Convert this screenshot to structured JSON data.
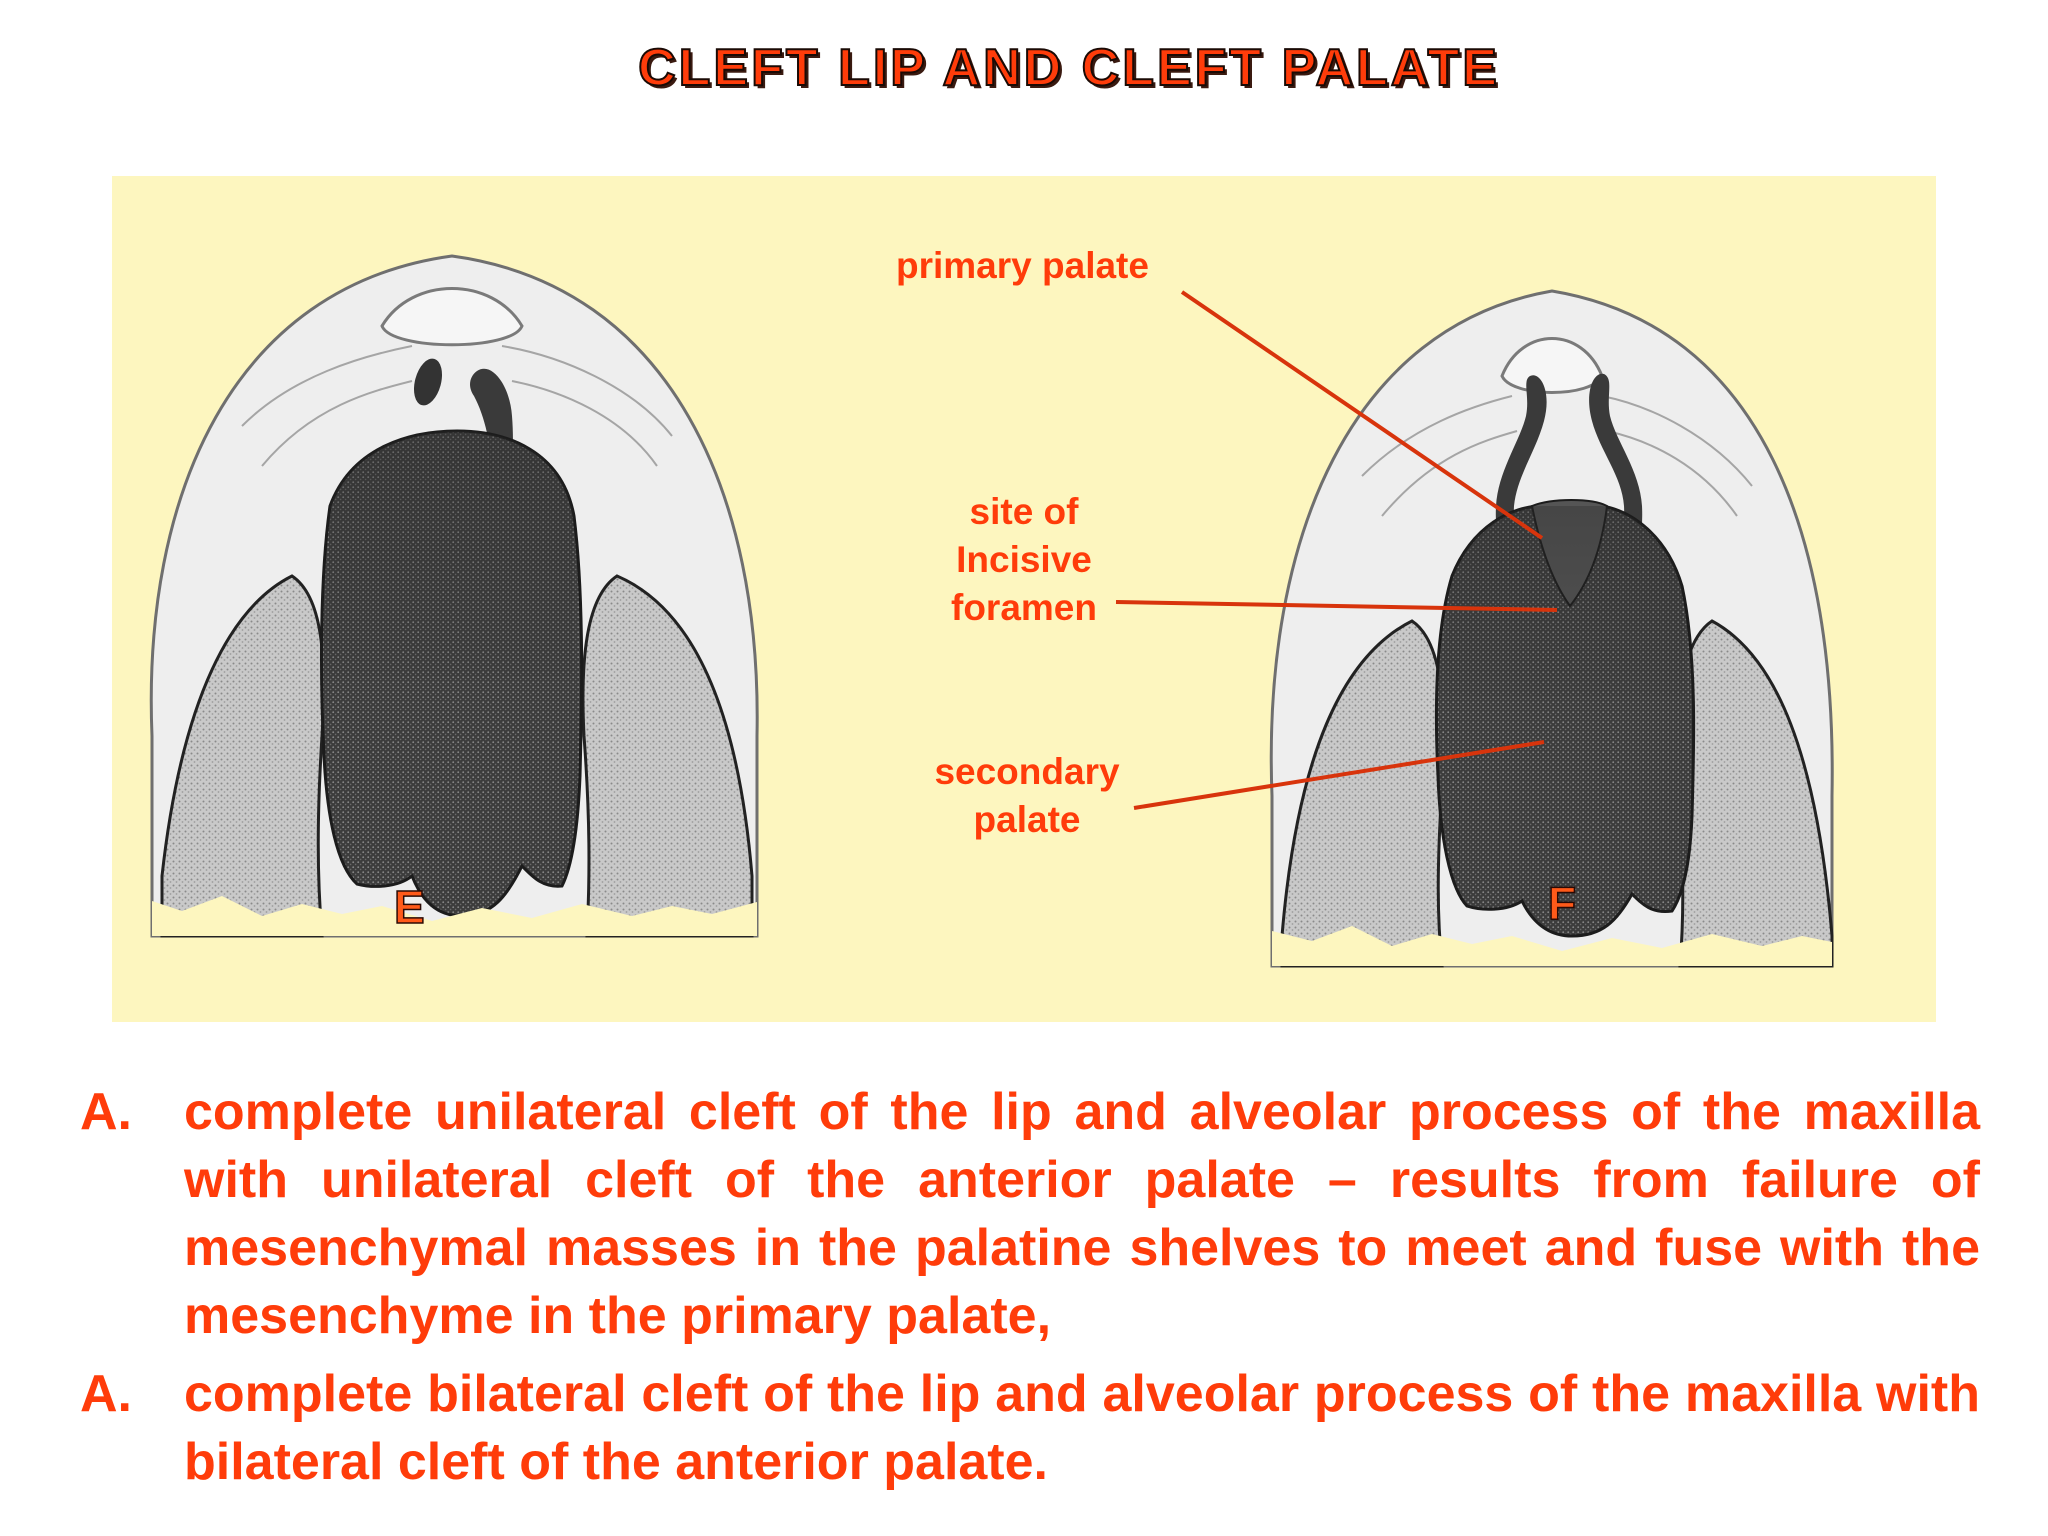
{
  "slide": {
    "title": "CLEFT LIP AND CLEFT  PALATE"
  },
  "figure": {
    "callouts": {
      "primary_palate": "primary palate",
      "incisive_foramen": [
        "site of",
        "Incisive",
        "foramen"
      ],
      "secondary_palate": [
        "secondary",
        "palate"
      ]
    },
    "panel_labels": [
      "E",
      "F"
    ]
  },
  "captions": [
    {
      "marker": "A.",
      "text": "complete unilateral cleft of the lip and alveolar process of the maxilla with unilateral cleft of the anterior palate – results from failure of mesenchymal masses in the palatine shelves to meet and fuse with the mesenchyme in the primary palate,"
    },
    {
      "marker": "A.",
      "text": "complete bilateral cleft of the lip and alveolar process of the maxilla with bilateral cleft of the anterior palate."
    }
  ],
  "colors": {
    "accent_text": "#ff3c0a",
    "panel_background": "#fdf6bf",
    "leader_line": "#d8340c"
  }
}
